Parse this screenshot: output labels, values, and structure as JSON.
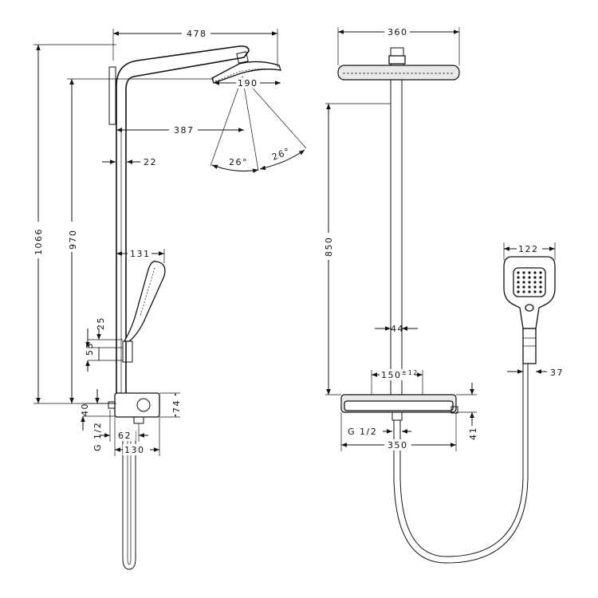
{
  "side_view": {
    "labels": {
      "width_478": "478",
      "head_190": "190",
      "reach_387": "387",
      "offset_22": "22",
      "height_1066": "1066",
      "height_970": "970",
      "angle_left": "26°",
      "angle_right": "26°",
      "hand_131": "131",
      "gap_25": "25",
      "gap_53": "53",
      "height_40": "40",
      "height_74": "74",
      "thread": "G 1/2",
      "spacing_62": "62",
      "width_130": "130"
    }
  },
  "front_view": {
    "labels": {
      "width_360": "360",
      "height_850": "850",
      "pipe_44": "44",
      "spacing_150": "150",
      "tolerance": "±12",
      "thread": "G 1/2",
      "width_350": "350",
      "height_41": "41"
    }
  },
  "hand_shower_view": {
    "labels": {
      "width_122": "122",
      "depth_37": "37"
    }
  }
}
